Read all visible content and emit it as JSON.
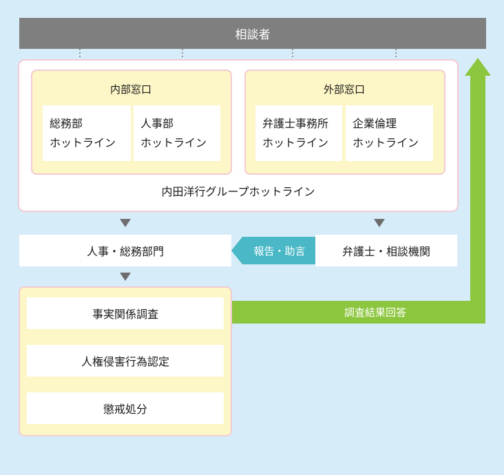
{
  "consultant": "相談者",
  "internal_window": {
    "title": "内部窓口",
    "boxes": [
      {
        "line1": "総務部",
        "line2": "ホットライン"
      },
      {
        "line1": "人事部",
        "line2": "ホットライン"
      }
    ]
  },
  "external_window": {
    "title": "外部窓口",
    "boxes": [
      {
        "line1": "弁護士事務所",
        "line2": "ホットライン"
      },
      {
        "line1": "企業倫理",
        "line2": "ホットライン"
      }
    ]
  },
  "group_hotline": "内田洋行グループホットライン",
  "hr_dept": "人事・総務部門",
  "lawyer": "弁護士・相談機関",
  "report_advice": "報告・助言",
  "process_steps": [
    "事実関係調査",
    "人権侵害行為認定",
    "懲戒処分"
  ],
  "feedback": "調査結果回答",
  "colors": {
    "consultant_bar": "#7f7f7f",
    "window_fill": "#fdf6c6",
    "window_border": "#f3cad4",
    "report_tag": "#4ab8c6",
    "feedback_arrow": "#8cc63e",
    "background": "#d6ecf9",
    "arrow": "#6d6d6d"
  }
}
